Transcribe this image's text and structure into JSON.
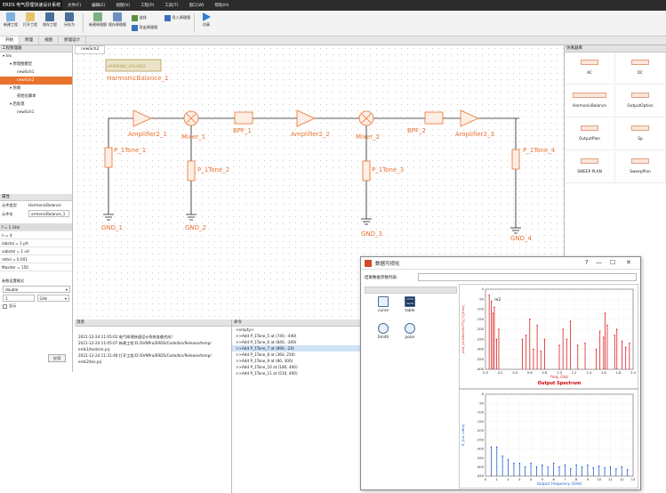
{
  "app": {
    "title": "ERDS 电气原理快速设计系统"
  },
  "menu": [
    "文件(F)",
    "编辑(E)",
    "视图(V)",
    "工程(P)",
    "工具(T)",
    "窗口(W)",
    "帮助(H)"
  ],
  "toolbar": {
    "new_project": "新建工程",
    "open_project": "打开工程",
    "save_project": "保存工程",
    "save_as": "另存为",
    "new_schematic": "新建原理图",
    "save_schematic": "保存原理图",
    "connect": "连线",
    "import_schematic": "导入原理图",
    "export_schematic": "导出原理图",
    "simulate": "仿真"
  },
  "tabs": [
    "开始",
    "原理",
    "视图",
    "原理设计"
  ],
  "project_panel": {
    "title": "工程管理器",
    "tree": [
      {
        "label": "tes",
        "level": 0
      },
      {
        "label": "原理图模型",
        "level": 1
      },
      {
        "label": "newSch1",
        "level": 2
      },
      {
        "label": "newSch2",
        "level": 2,
        "selected": true
      },
      {
        "label": "仿真",
        "level": 1
      },
      {
        "label": "初始化脚本",
        "level": 2
      },
      {
        "label": "后处理",
        "level": 1
      },
      {
        "label": "newSch1",
        "level": 2
      }
    ]
  },
  "properties": {
    "title": "属性",
    "type_label": "元件类型",
    "type_value": "HarmonicBalance",
    "name_label": "元件名",
    "name_value": "armonicBalance_1",
    "params": [
      "f = 1 GHz",
      "n = 4",
      "iabstol = 1 pA",
      "vabstol = 1 uV",
      "reltol = 0.001",
      "Maxiter = 150"
    ],
    "display_label": "参数设置模式",
    "mode_value": "double",
    "num_value": "1",
    "unit_value": "GHz",
    "show_label": "显示",
    "apply_button": "应用"
  },
  "canvas": {
    "tab": "newSch2",
    "hb_block": "HARMONIC_BALANCE",
    "labels": {
      "hb": "HarmonicBalance_1",
      "amp1": "Amplifier2_1",
      "mixer1": "Mixer_1",
      "bpf1": "BPF_1",
      "amp2": "Amplifier2_2",
      "mixer2": "Mixer_2",
      "bpf2": "BPF_2",
      "amp3": "Amplifier2_3",
      "p1": "P_1Tone_1",
      "p2": "P_1Tone_2",
      "p3": "P_1Tone_3",
      "p4": "P_1Tone_4",
      "g1": "GND_1",
      "g2": "GND_2",
      "g3": "GND_3",
      "g4": "GND_4"
    }
  },
  "library": {
    "title": "仿真器库",
    "items": [
      "AC",
      "DC",
      "HarmonicBalance",
      "OutputOption",
      "OutputPlan",
      "Sp",
      "SWEEP PLAN",
      "SweepPlan"
    ]
  },
  "output_panel": {
    "title": "消息",
    "lines": [
      "2021-12-24 11:05:02 电气原理快速设计系统准备完成!",
      "2021-12-24 11:05:07 新建工程:D:/SVNPro/ERDS/Code/bin/Release/temp/",
      "erds1/testsim.prj",
      "2021-12-24 11:31:48 打开工程:D:/SVNPro/ERDS/Code/bin/Release/temp/",
      "erds2/tes.prj"
    ]
  },
  "command_panel": {
    "title": "命令",
    "lines": [
      "<empty>",
      ">>Add P_1Tone_5 at (740, -440)",
      ">>Add P_1Tone_6 at (840, -300)",
      ">>Add P_1Tone_7 at (890, -20)",
      ">>Add P_1Tone_8 at (360, 250)",
      ">>Add P_1Tone_9 at (80, 300)",
      ">>Add P_1Tone_10 at (180, 400)",
      ">>Add P_1Tone_11 at (510, 400)"
    ],
    "selected_index": 3
  },
  "viz_window": {
    "title": "数据可视化",
    "list_label": "结果数据参数列表:",
    "plot_types": [
      "curve",
      "table",
      "Smith",
      "polar"
    ],
    "table_icon_text": "1234 5678",
    "chart_data": [
      {
        "type": "bar",
        "title": "Output Spectrum",
        "xlabel": "freq, GHz",
        "ylabel": "plot_vs(dBm(OUT1),[1],freq)",
        "annotation": "m2",
        "xlim": [
          0.0,
          2.0
        ],
        "ylim": [
          -400,
          0
        ],
        "x_ticks": [
          "0.0",
          "0.2",
          "0.4",
          "0.6",
          "0.8",
          "1.0",
          "1.2",
          "1.4",
          "1.6",
          "1.8",
          "2.0"
        ],
        "y_ticks": [
          "0",
          "-50",
          "-100",
          "-150",
          "-200",
          "-250",
          "-300",
          "-350",
          "-400"
        ],
        "series": [
          {
            "x": [
              0.05,
              0.08,
              0.1,
              0.12,
              0.15,
              0.18,
              0.5,
              0.55,
              0.6,
              0.65,
              0.7,
              0.75,
              0.8,
              1.0,
              1.05,
              1.1,
              1.15,
              1.25,
              1.35,
              1.5,
              1.55,
              1.6,
              1.62,
              1.65,
              1.75,
              1.78,
              1.85,
              1.9,
              1.95
            ],
            "y": [
              -30,
              -60,
              -120,
              -90,
              -250,
              -200,
              -250,
              -230,
              -150,
              -300,
              -180,
              -310,
              -250,
              -280,
              -200,
              -250,
              -160,
              -280,
              -270,
              -300,
              -210,
              -240,
              -120,
              -180,
              -230,
              -200,
              -260,
              -290,
              -270
            ]
          }
        ]
      },
      {
        "type": "bar",
        "xlabel": "Output Frequency (GHz)",
        "ylabel": "IF_Out (dBm)",
        "xlim": [
          0,
          13
        ],
        "ylim": [
          -450,
          0
        ],
        "x_ticks": [
          "0",
          "1",
          "2",
          "3",
          "4",
          "5",
          "6",
          "7",
          "8",
          "9",
          "10",
          "11",
          "12",
          "13"
        ],
        "y_ticks": [
          "-0",
          "-50",
          "-100",
          "-150",
          "-200",
          "-250",
          "-300",
          "-350",
          "-400",
          "-450"
        ],
        "series": [
          {
            "x": [
              0.5,
              1,
              1.5,
              2,
              2.5,
              3,
              3.5,
              4,
              4.5,
              5,
              5.5,
              6,
              6.5,
              7,
              7.5,
              8,
              8.5,
              9,
              9.5,
              10,
              10.5,
              11,
              11.5,
              12,
              12.5
            ],
            "y": [
              -290,
              -290,
              -340,
              -360,
              -380,
              -380,
              -400,
              -380,
              -400,
              -390,
              -400,
              -380,
              -400,
              -390,
              -410,
              -390,
              -400,
              -390,
              -405,
              -395,
              -405,
              -400,
              -410,
              -400,
              -415
            ]
          }
        ]
      }
    ]
  }
}
